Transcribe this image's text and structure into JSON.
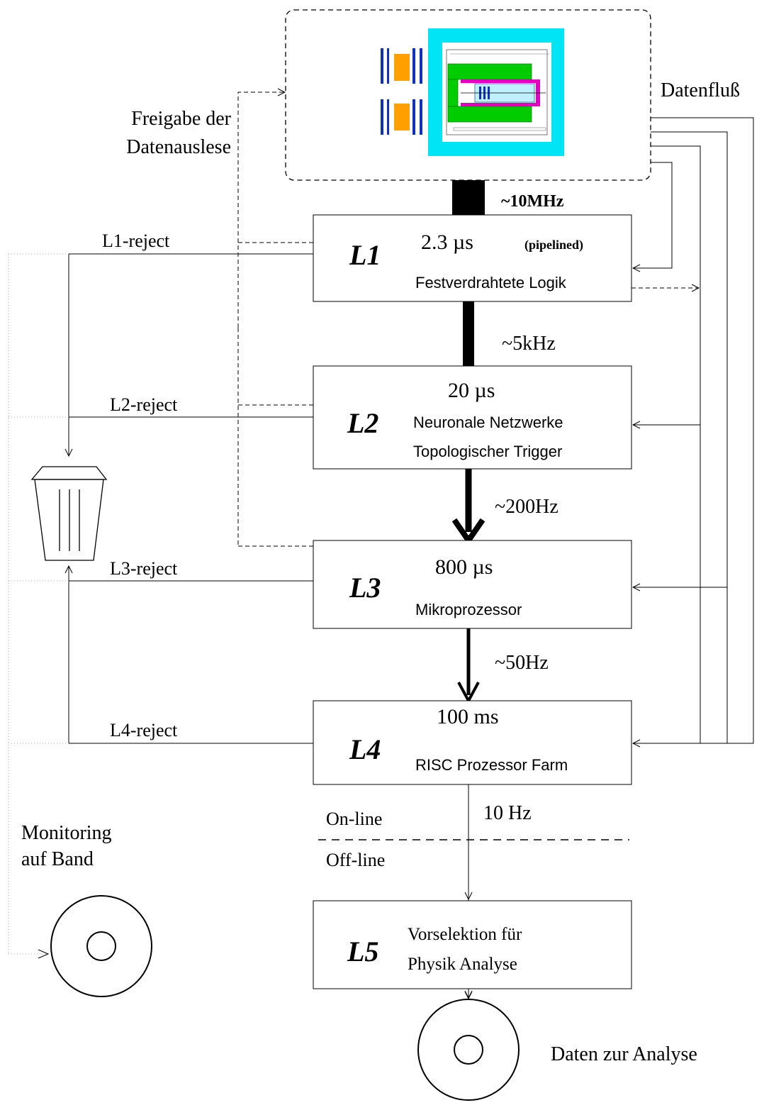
{
  "labels": {
    "datenfluss": "Datenfluß",
    "freigabe_line1": "Freigabe der",
    "freigabe_line2": "Datenauslese",
    "monitoring_line1": "Monitoring",
    "monitoring_line2": "auf Band",
    "online": "On-line",
    "offline": "Off-line",
    "daten_zur_analyse": "Daten zur Analyse"
  },
  "rates": {
    "r1": "~10MHz",
    "r2": "~5kHz",
    "r3": "~200Hz",
    "r4": "~50Hz",
    "r5": "10 Hz"
  },
  "levels": [
    {
      "id": "L1",
      "time": "2.3 µs",
      "note": "(pipelined)",
      "desc": [
        "Festverdrahtete Logik"
      ],
      "reject": "L1-reject"
    },
    {
      "id": "L2",
      "time": "20 µs",
      "desc": [
        "Neuronale Netzwerke",
        "Topologischer Trigger"
      ],
      "reject": "L2-reject"
    },
    {
      "id": "L3",
      "time": "800 µs",
      "desc": [
        "Mikroprozessor"
      ],
      "reject": "L3-reject"
    },
    {
      "id": "L4",
      "time": "100 ms",
      "desc": [
        "RISC Prozessor Farm"
      ],
      "reject": "L4-reject"
    },
    {
      "id": "L5",
      "desc": [
        "Vorselektion für",
        "Physik Analyse"
      ]
    }
  ],
  "colors": {
    "line": "#000000",
    "detector_cyan": "#00e5f5",
    "detector_green": "#00cc00",
    "detector_magenta": "#e000c0",
    "detector_orange": "#ffa000",
    "detector_blue": "#1030c0"
  }
}
